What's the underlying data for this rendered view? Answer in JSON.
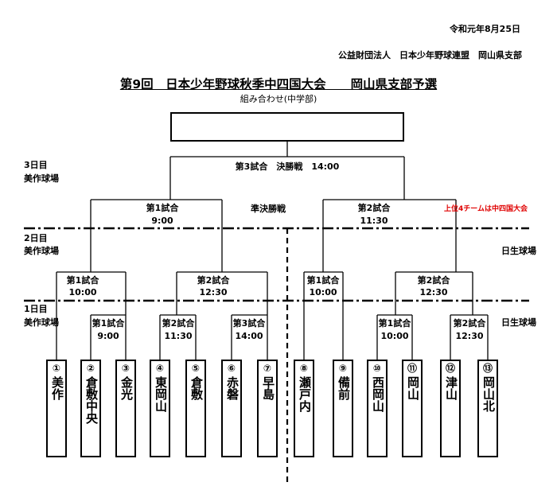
{
  "header": {
    "date": "令和元年8月25日",
    "organization": "公益財団法人　日本少年野球連盟　岡山県支部",
    "title": "第9回　日本少年野球秋季中四国大会　　岡山県支部予選",
    "subtitle": "組み合わせ(中学部)"
  },
  "days": {
    "day3": {
      "label": "3日目",
      "venue": "美作球場"
    },
    "day2": {
      "label": "2日目",
      "venue_left": "美作球場",
      "venue_right": "日生球場"
    },
    "day1": {
      "label": "1日目",
      "venue_left": "美作球場",
      "venue_right": "日生球場"
    }
  },
  "final": {
    "label": "第3試合　決勝戦　14:00"
  },
  "semifinal": {
    "label": "準決勝戦",
    "note": "上位4チームは中四国大会",
    "game1": {
      "label": "第1試合",
      "time": "9:00"
    },
    "game2": {
      "label": "第2試合",
      "time": "11:30"
    }
  },
  "day2_games": {
    "left1": {
      "label": "第1試合",
      "time": "10:00"
    },
    "left2": {
      "label": "第2試合",
      "time": "12:30"
    },
    "right1": {
      "label": "第1試合",
      "time": "10:00"
    },
    "right2": {
      "label": "第2試合",
      "time": "12:30"
    }
  },
  "day1_games": {
    "left1": {
      "label": "第1試合",
      "time": "9:00"
    },
    "left2": {
      "label": "第2試合",
      "time": "11:30"
    },
    "left3": {
      "label": "第3試合",
      "time": "14:00"
    },
    "right1": {
      "label": "第1試合",
      "time": "10:00"
    },
    "right2": {
      "label": "第2試合",
      "time": "12:30"
    }
  },
  "teams": [
    {
      "num": "①",
      "name": "美作"
    },
    {
      "num": "②",
      "name": "倉敷中央"
    },
    {
      "num": "③",
      "name": "金光"
    },
    {
      "num": "④",
      "name": "東岡山"
    },
    {
      "num": "⑤",
      "name": "倉敷"
    },
    {
      "num": "⑥",
      "name": "赤磐"
    },
    {
      "num": "⑦",
      "name": "早島"
    },
    {
      "num": "⑧",
      "name": "瀬戸内"
    },
    {
      "num": "⑨",
      "name": "備前"
    },
    {
      "num": "⑩",
      "name": "西岡山"
    },
    {
      "num": "⑪",
      "name": "岡山"
    },
    {
      "num": "⑫",
      "name": "津山"
    },
    {
      "num": "⑬",
      "name": "岡山北"
    }
  ]
}
